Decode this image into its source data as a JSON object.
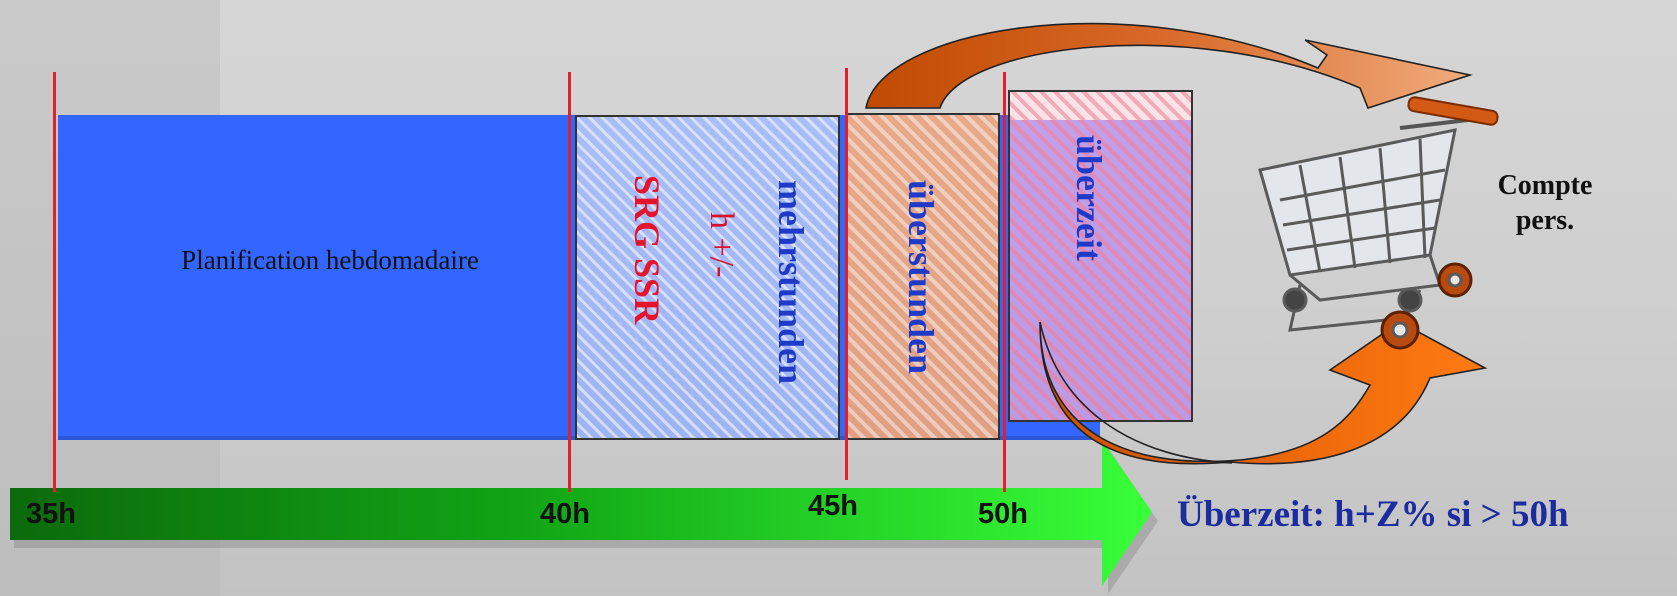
{
  "blocks": {
    "planning_label": "Planification hebdomadaire",
    "mehrstunden_label": "mehrstunden",
    "plus_minus_label": "h +/-",
    "srg_label": "SRG SSR",
    "ueberstunden_label": "überstunden",
    "ueberzeit_label": "überzeit"
  },
  "timeline": {
    "ticks": [
      "35h",
      "40h",
      "45h",
      "50h"
    ]
  },
  "account": {
    "line1": "Compte",
    "line2": "pers."
  },
  "caption": "Überzeit: h+Z% si > 50h",
  "colors": {
    "planning_blue": "#3366ff",
    "marker_red": "#e0202a",
    "arrow_orange": "#cc5500",
    "timeline_green": "#22cc22",
    "caption_blue": "#1c2c9e"
  },
  "icons": [
    "shopping-cart-icon",
    "curved-arrow-icon"
  ]
}
